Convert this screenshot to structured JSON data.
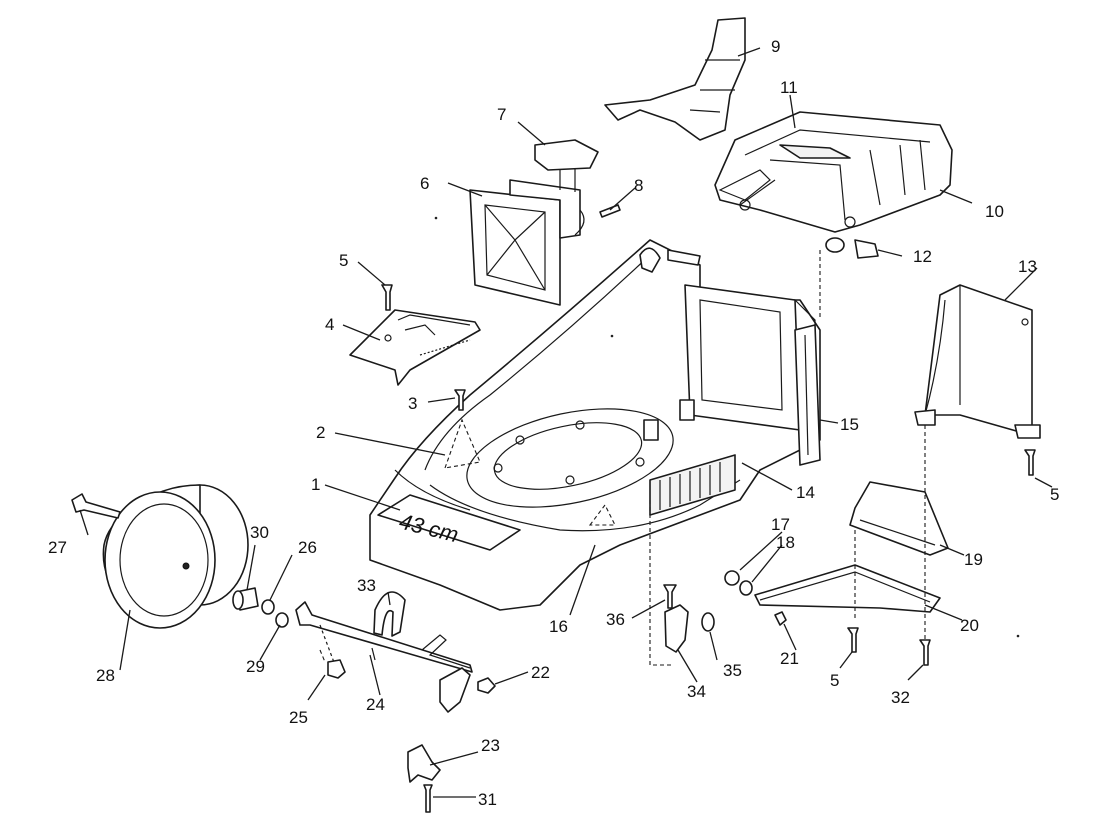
{
  "deck_marking": "43 cm",
  "callouts": [
    {
      "n": "1",
      "label": "1"
    },
    {
      "n": "2",
      "label": "2"
    },
    {
      "n": "3",
      "label": "3"
    },
    {
      "n": "4",
      "label": "4"
    },
    {
      "n": "5a",
      "label": "5"
    },
    {
      "n": "5b",
      "label": "5"
    },
    {
      "n": "5c",
      "label": "5"
    },
    {
      "n": "6",
      "label": "6"
    },
    {
      "n": "7",
      "label": "7"
    },
    {
      "n": "8",
      "label": "8"
    },
    {
      "n": "9",
      "label": "9"
    },
    {
      "n": "10",
      "label": "10"
    },
    {
      "n": "11",
      "label": "11"
    },
    {
      "n": "12",
      "label": "12"
    },
    {
      "n": "13",
      "label": "13"
    },
    {
      "n": "14",
      "label": "14"
    },
    {
      "n": "15",
      "label": "15"
    },
    {
      "n": "16",
      "label": "16"
    },
    {
      "n": "17",
      "label": "17"
    },
    {
      "n": "18",
      "label": "18"
    },
    {
      "n": "19",
      "label": "19"
    },
    {
      "n": "20",
      "label": "20"
    },
    {
      "n": "21",
      "label": "21"
    },
    {
      "n": "22",
      "label": "22"
    },
    {
      "n": "23",
      "label": "23"
    },
    {
      "n": "24",
      "label": "24"
    },
    {
      "n": "25",
      "label": "25"
    },
    {
      "n": "26",
      "label": "26"
    },
    {
      "n": "27",
      "label": "27"
    },
    {
      "n": "28",
      "label": "28"
    },
    {
      "n": "29",
      "label": "29"
    },
    {
      "n": "30",
      "label": "30"
    },
    {
      "n": "31",
      "label": "31"
    },
    {
      "n": "32",
      "label": "32"
    },
    {
      "n": "33",
      "label": "33"
    },
    {
      "n": "34",
      "label": "34"
    },
    {
      "n": "35",
      "label": "35"
    },
    {
      "n": "36",
      "label": "36"
    }
  ]
}
